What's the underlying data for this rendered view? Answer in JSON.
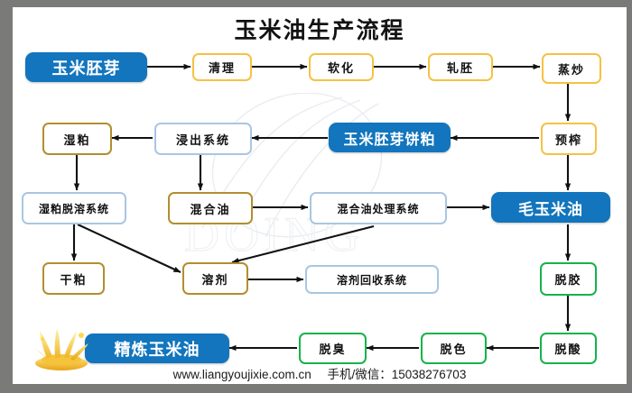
{
  "page": {
    "title": "玉米油生产流程",
    "background_frame_color": "#7a7a78",
    "canvas_color": "#ffffff",
    "watermark_text": "DOING"
  },
  "footer": {
    "website": "www.liangyoujixie.com.cn",
    "phone": "手机/微信：15038276703"
  },
  "palette": {
    "accent_blue": "#1275bd",
    "yellow_border": "#f5c242",
    "gold_border": "#b18f2e",
    "lightblue_border": "#a9c6e2",
    "green_border": "#17b24a",
    "arrow_color": "#111111"
  },
  "nodes": [
    {
      "id": "corn_germ",
      "label": "玉米胚芽",
      "style": "blue-primary"
    },
    {
      "id": "cleaning",
      "label": "清理",
      "style": "yellow"
    },
    {
      "id": "softening",
      "label": "软化",
      "style": "yellow"
    },
    {
      "id": "rolling",
      "label": "轧胚",
      "style": "yellow"
    },
    {
      "id": "steam_cooking",
      "label": "蒸炒",
      "style": "yellow"
    },
    {
      "id": "pre_pressing",
      "label": "预榨",
      "style": "yellow"
    },
    {
      "id": "germ_cake_meal",
      "label": "玉米胚芽饼粕",
      "style": "blue-primary"
    },
    {
      "id": "extraction_system",
      "label": "浸出系统",
      "style": "lightblue"
    },
    {
      "id": "wet_meal",
      "label": "湿粕",
      "style": "gold"
    },
    {
      "id": "wet_meal_desolvent",
      "label": "湿粕脱溶系统",
      "style": "lightblue"
    },
    {
      "id": "mixed_oil",
      "label": "混合油",
      "style": "gold"
    },
    {
      "id": "mixed_oil_system",
      "label": "混合油处理系统",
      "style": "lightblue"
    },
    {
      "id": "crude_corn_oil",
      "label": "毛玉米油",
      "style": "blue-primary"
    },
    {
      "id": "dry_meal",
      "label": "干粕",
      "style": "gold"
    },
    {
      "id": "solvent",
      "label": "溶剂",
      "style": "gold"
    },
    {
      "id": "solvent_recovery",
      "label": "溶剂回收系统",
      "style": "lightblue"
    },
    {
      "id": "degumming",
      "label": "脱胶",
      "style": "green"
    },
    {
      "id": "deacidification",
      "label": "脱酸",
      "style": "green"
    },
    {
      "id": "decolorization",
      "label": "脱色",
      "style": "green"
    },
    {
      "id": "deodorization",
      "label": "脱臭",
      "style": "green"
    },
    {
      "id": "refined_corn_oil",
      "label": "精炼玉米油",
      "style": "blue-primary"
    }
  ],
  "edges": [
    {
      "from": "corn_germ",
      "to": "cleaning"
    },
    {
      "from": "cleaning",
      "to": "softening"
    },
    {
      "from": "softening",
      "to": "rolling"
    },
    {
      "from": "rolling",
      "to": "steam_cooking"
    },
    {
      "from": "steam_cooking",
      "to": "pre_pressing"
    },
    {
      "from": "pre_pressing",
      "to": "germ_cake_meal"
    },
    {
      "from": "germ_cake_meal",
      "to": "extraction_system"
    },
    {
      "from": "extraction_system",
      "to": "wet_meal"
    },
    {
      "from": "wet_meal",
      "to": "wet_meal_desolvent"
    },
    {
      "from": "extraction_system",
      "to": "mixed_oil"
    },
    {
      "from": "mixed_oil",
      "to": "mixed_oil_system"
    },
    {
      "from": "mixed_oil_system",
      "to": "crude_corn_oil"
    },
    {
      "from": "wet_meal_desolvent",
      "to": "dry_meal"
    },
    {
      "from": "wet_meal_desolvent",
      "to": "solvent"
    },
    {
      "from": "mixed_oil_system",
      "to": "solvent"
    },
    {
      "from": "solvent",
      "to": "solvent_recovery"
    },
    {
      "from": "pre_pressing",
      "to": "crude_corn_oil"
    },
    {
      "from": "crude_corn_oil",
      "to": "degumming"
    },
    {
      "from": "degumming",
      "to": "deacidification"
    },
    {
      "from": "deacidification",
      "to": "decolorization"
    },
    {
      "from": "decolorization",
      "to": "deodorization"
    },
    {
      "from": "deodorization",
      "to": "refined_corn_oil"
    }
  ]
}
